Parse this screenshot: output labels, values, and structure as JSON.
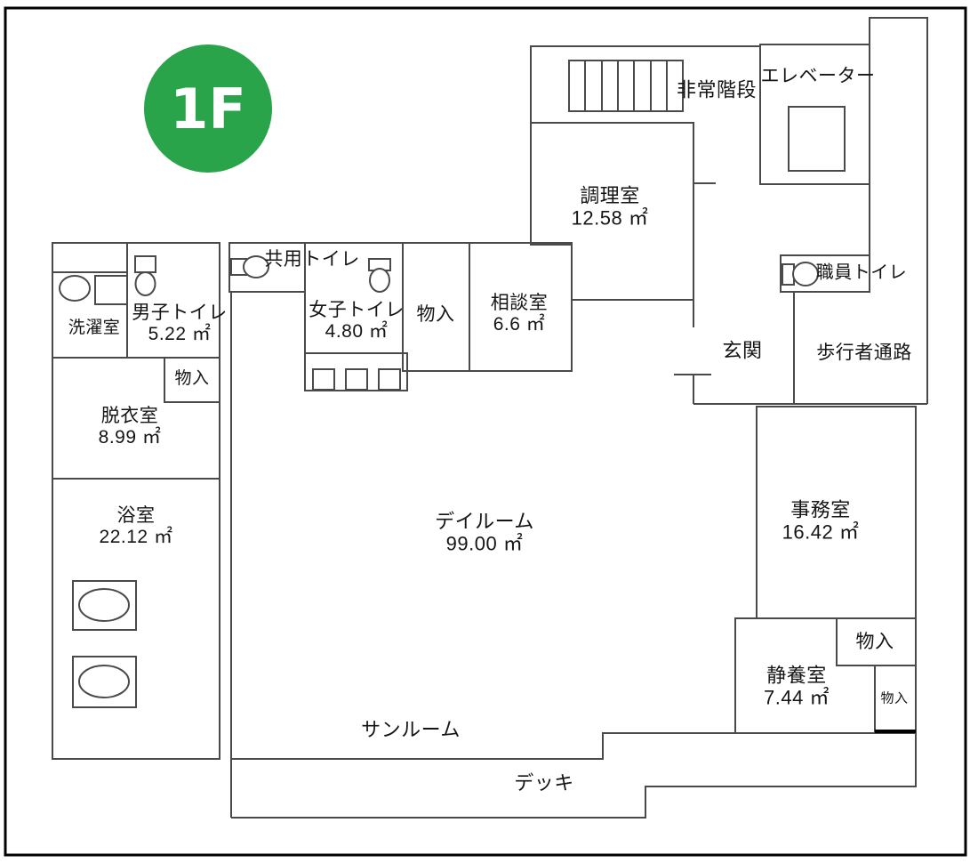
{
  "floor_badge": {
    "label": "1F",
    "color": "#2aa44a"
  },
  "line_colors": {
    "walls": "#4a4a4a",
    "outer_border": "#000000"
  },
  "rooms": [
    {
      "id": "emergency-stairs",
      "name": "非常階段",
      "area": ""
    },
    {
      "id": "elevator",
      "name": "エレベーター",
      "area": ""
    },
    {
      "id": "kitchen",
      "name": "調理室",
      "area": "12.58 ㎡"
    },
    {
      "id": "shared-toilet",
      "name": "共用トイレ",
      "area": ""
    },
    {
      "id": "staff-toilet",
      "name": "職員トイレ",
      "area": ""
    },
    {
      "id": "laundry",
      "name": "洗濯室",
      "area": ""
    },
    {
      "id": "mens-toilet",
      "name": "男子トイレ",
      "area": "5.22 ㎡"
    },
    {
      "id": "womens-toilet",
      "name": "女子トイレ",
      "area": "4.80 ㎡"
    },
    {
      "id": "storage-a",
      "name": "物入",
      "area": ""
    },
    {
      "id": "consultation",
      "name": "相談室",
      "area": "6.6 ㎡"
    },
    {
      "id": "entrance",
      "name": "玄関",
      "area": ""
    },
    {
      "id": "pedestrian-walkway",
      "name": "歩行者通路",
      "area": ""
    },
    {
      "id": "storage-b",
      "name": "物入",
      "area": ""
    },
    {
      "id": "dressing-room",
      "name": "脱衣室",
      "area": "8.99 ㎡"
    },
    {
      "id": "bathroom",
      "name": "浴室",
      "area": "22.12 ㎡"
    },
    {
      "id": "day-room",
      "name": "デイルーム",
      "area": "99.00 ㎡"
    },
    {
      "id": "office",
      "name": "事務室",
      "area": "16.42 ㎡"
    },
    {
      "id": "rest-room",
      "name": "静養室",
      "area": "7.44 ㎡"
    },
    {
      "id": "storage-c",
      "name": "物入",
      "area": ""
    },
    {
      "id": "storage-d",
      "name": "物入",
      "area": ""
    },
    {
      "id": "sunroom",
      "name": "サンルーム",
      "area": ""
    },
    {
      "id": "deck",
      "name": "デッキ",
      "area": ""
    }
  ]
}
